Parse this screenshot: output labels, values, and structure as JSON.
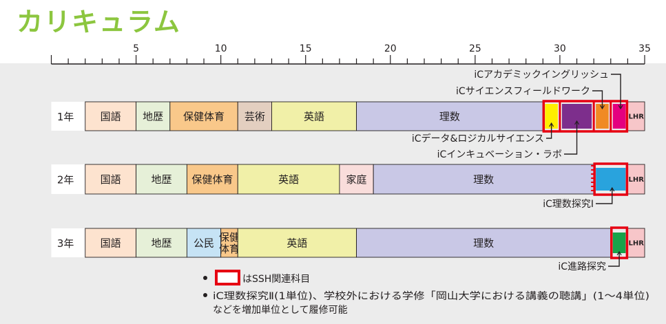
{
  "title": "カリキュラム",
  "ruler": {
    "max": 35,
    "labeled_ticks": [
      5,
      10,
      15,
      20,
      25,
      30,
      35
    ]
  },
  "colors": {
    "kokugo": "#fde3cf",
    "chireki": "#e6f0d8",
    "hoken": "#f9c88a",
    "geijutsu": "#e3cfc0",
    "eigo": "#f1f0a8",
    "rika": "#c9c8e6",
    "katei": "#f9dddb",
    "komin": "#c6e3f5",
    "lhr": "#f7c6c9",
    "ssh_border": "#e60012"
  },
  "years": [
    {
      "label": "1年",
      "subjects": [
        {
          "name": "国語",
          "from": 2,
          "to": 5,
          "color": "kokugo"
        },
        {
          "name": "地歴",
          "from": 5,
          "to": 7,
          "color": "chireki"
        },
        {
          "name": "保健体育",
          "from": 7,
          "to": 11,
          "color": "hoken"
        },
        {
          "name": "芸術",
          "from": 11,
          "to": 13,
          "color": "geijutsu"
        },
        {
          "name": "英語",
          "from": 13,
          "to": 18,
          "color": "eigo"
        },
        {
          "name": "理数",
          "from": 18,
          "to": 29,
          "color": "rika"
        },
        {
          "name": "LHR",
          "from": 34,
          "to": 35,
          "color": "lhr"
        }
      ],
      "ssh": [
        {
          "from": 29,
          "to": 30,
          "color": "#ffef00"
        },
        {
          "from": 30,
          "to": 32,
          "color": "#7d2e8c"
        },
        {
          "from": 32,
          "to": 33,
          "color": "#f08a24"
        },
        {
          "from": 33,
          "to": 34,
          "color": "#e4007f"
        }
      ]
    },
    {
      "label": "2年",
      "subjects": [
        {
          "name": "国語",
          "from": 2,
          "to": 5,
          "color": "kokugo"
        },
        {
          "name": "地歴",
          "from": 5,
          "to": 8,
          "color": "chireki"
        },
        {
          "name": "保健体育",
          "from": 8,
          "to": 11,
          "color": "hoken"
        },
        {
          "name": "英語",
          "from": 11,
          "to": 17,
          "color": "eigo"
        },
        {
          "name": "家庭",
          "from": 17,
          "to": 19,
          "color": "katei"
        },
        {
          "name": "理数",
          "from": 19,
          "to": 32,
          "color": "rika"
        },
        {
          "name": "LHR",
          "from": 34,
          "to": 35,
          "color": "lhr"
        }
      ],
      "ssh": [
        {
          "from": 32,
          "to": 34,
          "color": "#29a3dd"
        }
      ]
    },
    {
      "label": "3年",
      "subjects": [
        {
          "name": "国語",
          "from": 2,
          "to": 5,
          "color": "kokugo"
        },
        {
          "name": "地歴",
          "from": 5,
          "to": 8,
          "color": "chireki"
        },
        {
          "name": "公民",
          "from": 8,
          "to": 10,
          "color": "komin"
        },
        {
          "name": "保健\n体育",
          "from": 10,
          "to": 11,
          "color": "hoken"
        },
        {
          "name": "英語",
          "from": 11,
          "to": 18,
          "color": "eigo"
        },
        {
          "name": "理数",
          "from": 18,
          "to": 33,
          "color": "rika"
        },
        {
          "name": "LHR",
          "from": 34,
          "to": 35,
          "color": "lhr"
        }
      ],
      "ssh": [
        {
          "from": 33,
          "to": 34,
          "color": "#17a34a"
        }
      ]
    }
  ],
  "callouts": {
    "academic_english": "iCアカデミックイングリッシュ",
    "science_fieldwork": "iCサイエンスフィールドワーク",
    "data_logical": "iCデータ&ロジカルサイエンス",
    "incubation_lab": "iCインキュベーション・ラボ",
    "rikatankyu1": "iC理数探究Ⅰ",
    "shinro": "iC進路探究"
  },
  "notes": {
    "legend_text": "はSSH関連科目",
    "line1": "iC理数探究Ⅱ(1単位)、学校外における学修「岡山大学における講義の聴講」(1〜4単位)",
    "line2": "などを増加単位として履修可能"
  }
}
